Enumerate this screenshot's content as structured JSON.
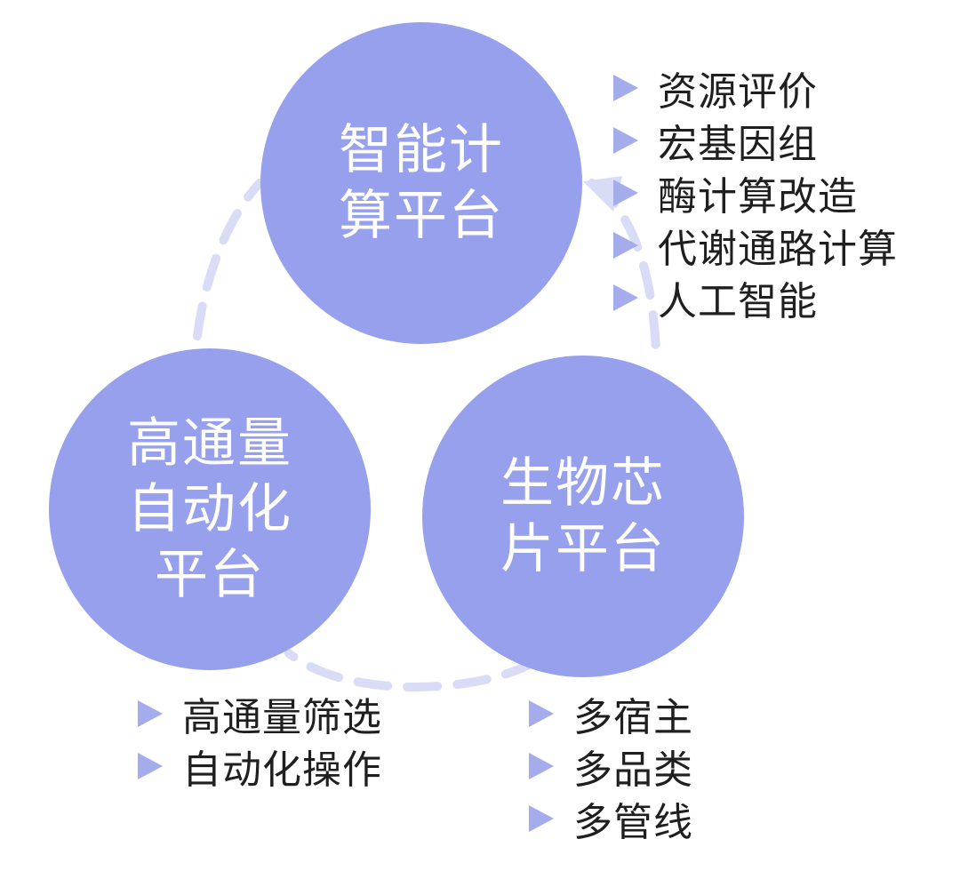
{
  "colors": {
    "circle_fill": "#96a0ec",
    "circle_text": "#ffffff",
    "bullet_marker": "#a4acec",
    "bullet_text": "#1f1f1f",
    "dashed_cycle": "#d9dcf6"
  },
  "nodes": {
    "compute": {
      "lines": [
        "智能计",
        "算平台"
      ],
      "bullets": [
        "资源评价",
        "宏基因组",
        "酶计算改造",
        "代谢通路计算",
        "人工智能"
      ]
    },
    "htp": {
      "lines": [
        "高通量",
        "自动化",
        "平台"
      ],
      "bullets": [
        "高通量筛选",
        "自动化操作"
      ]
    },
    "chip": {
      "lines": [
        "生物芯",
        "片平台"
      ],
      "bullets": [
        "多宿主",
        "多品类",
        "多管线"
      ]
    }
  }
}
